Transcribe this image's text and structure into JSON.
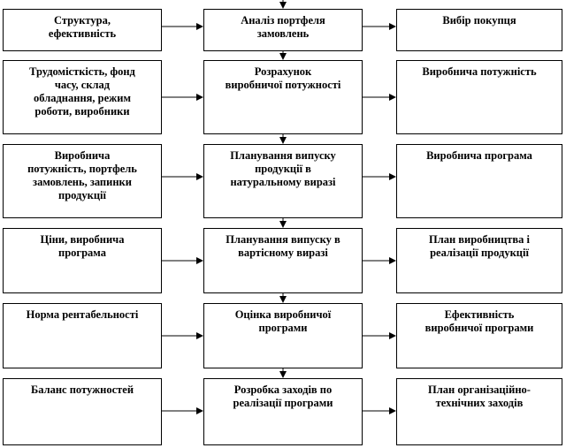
{
  "rows": [
    {
      "input": "Структура,\nефективність",
      "process": "Аналіз портфеля\nзамовлень",
      "output": "Вибір покупця"
    },
    {
      "input": "Трудомісткість, фонд\nчасу, склад\nобладнання, режим\nроботи, виробники",
      "process": "Розрахунок\nвиробничої потужності",
      "output": "Виробнича потужність"
    },
    {
      "input": "Виробнича\nпотужність, портфель\nзамовлень, запинки\nпродукції",
      "process": "Планування випуску\nпродукції в\nнатуральному виразі",
      "output": "Виробнича програма"
    },
    {
      "input": "Ціни, виробнича\nпрограма",
      "process": "Планування випуску в\nвартісному виразі",
      "output": "План виробництва і\nреалізації продукції"
    },
    {
      "input": "Норма рентабельності",
      "process": "Оцінка виробничої\nпрограми",
      "output": "Ефективність\nвиробничої програми"
    },
    {
      "input": "Баланс потужностей",
      "process": "Розробка заходів по\nреалізації програми",
      "output": "План організаційно-\nтехнічних заходів"
    }
  ]
}
